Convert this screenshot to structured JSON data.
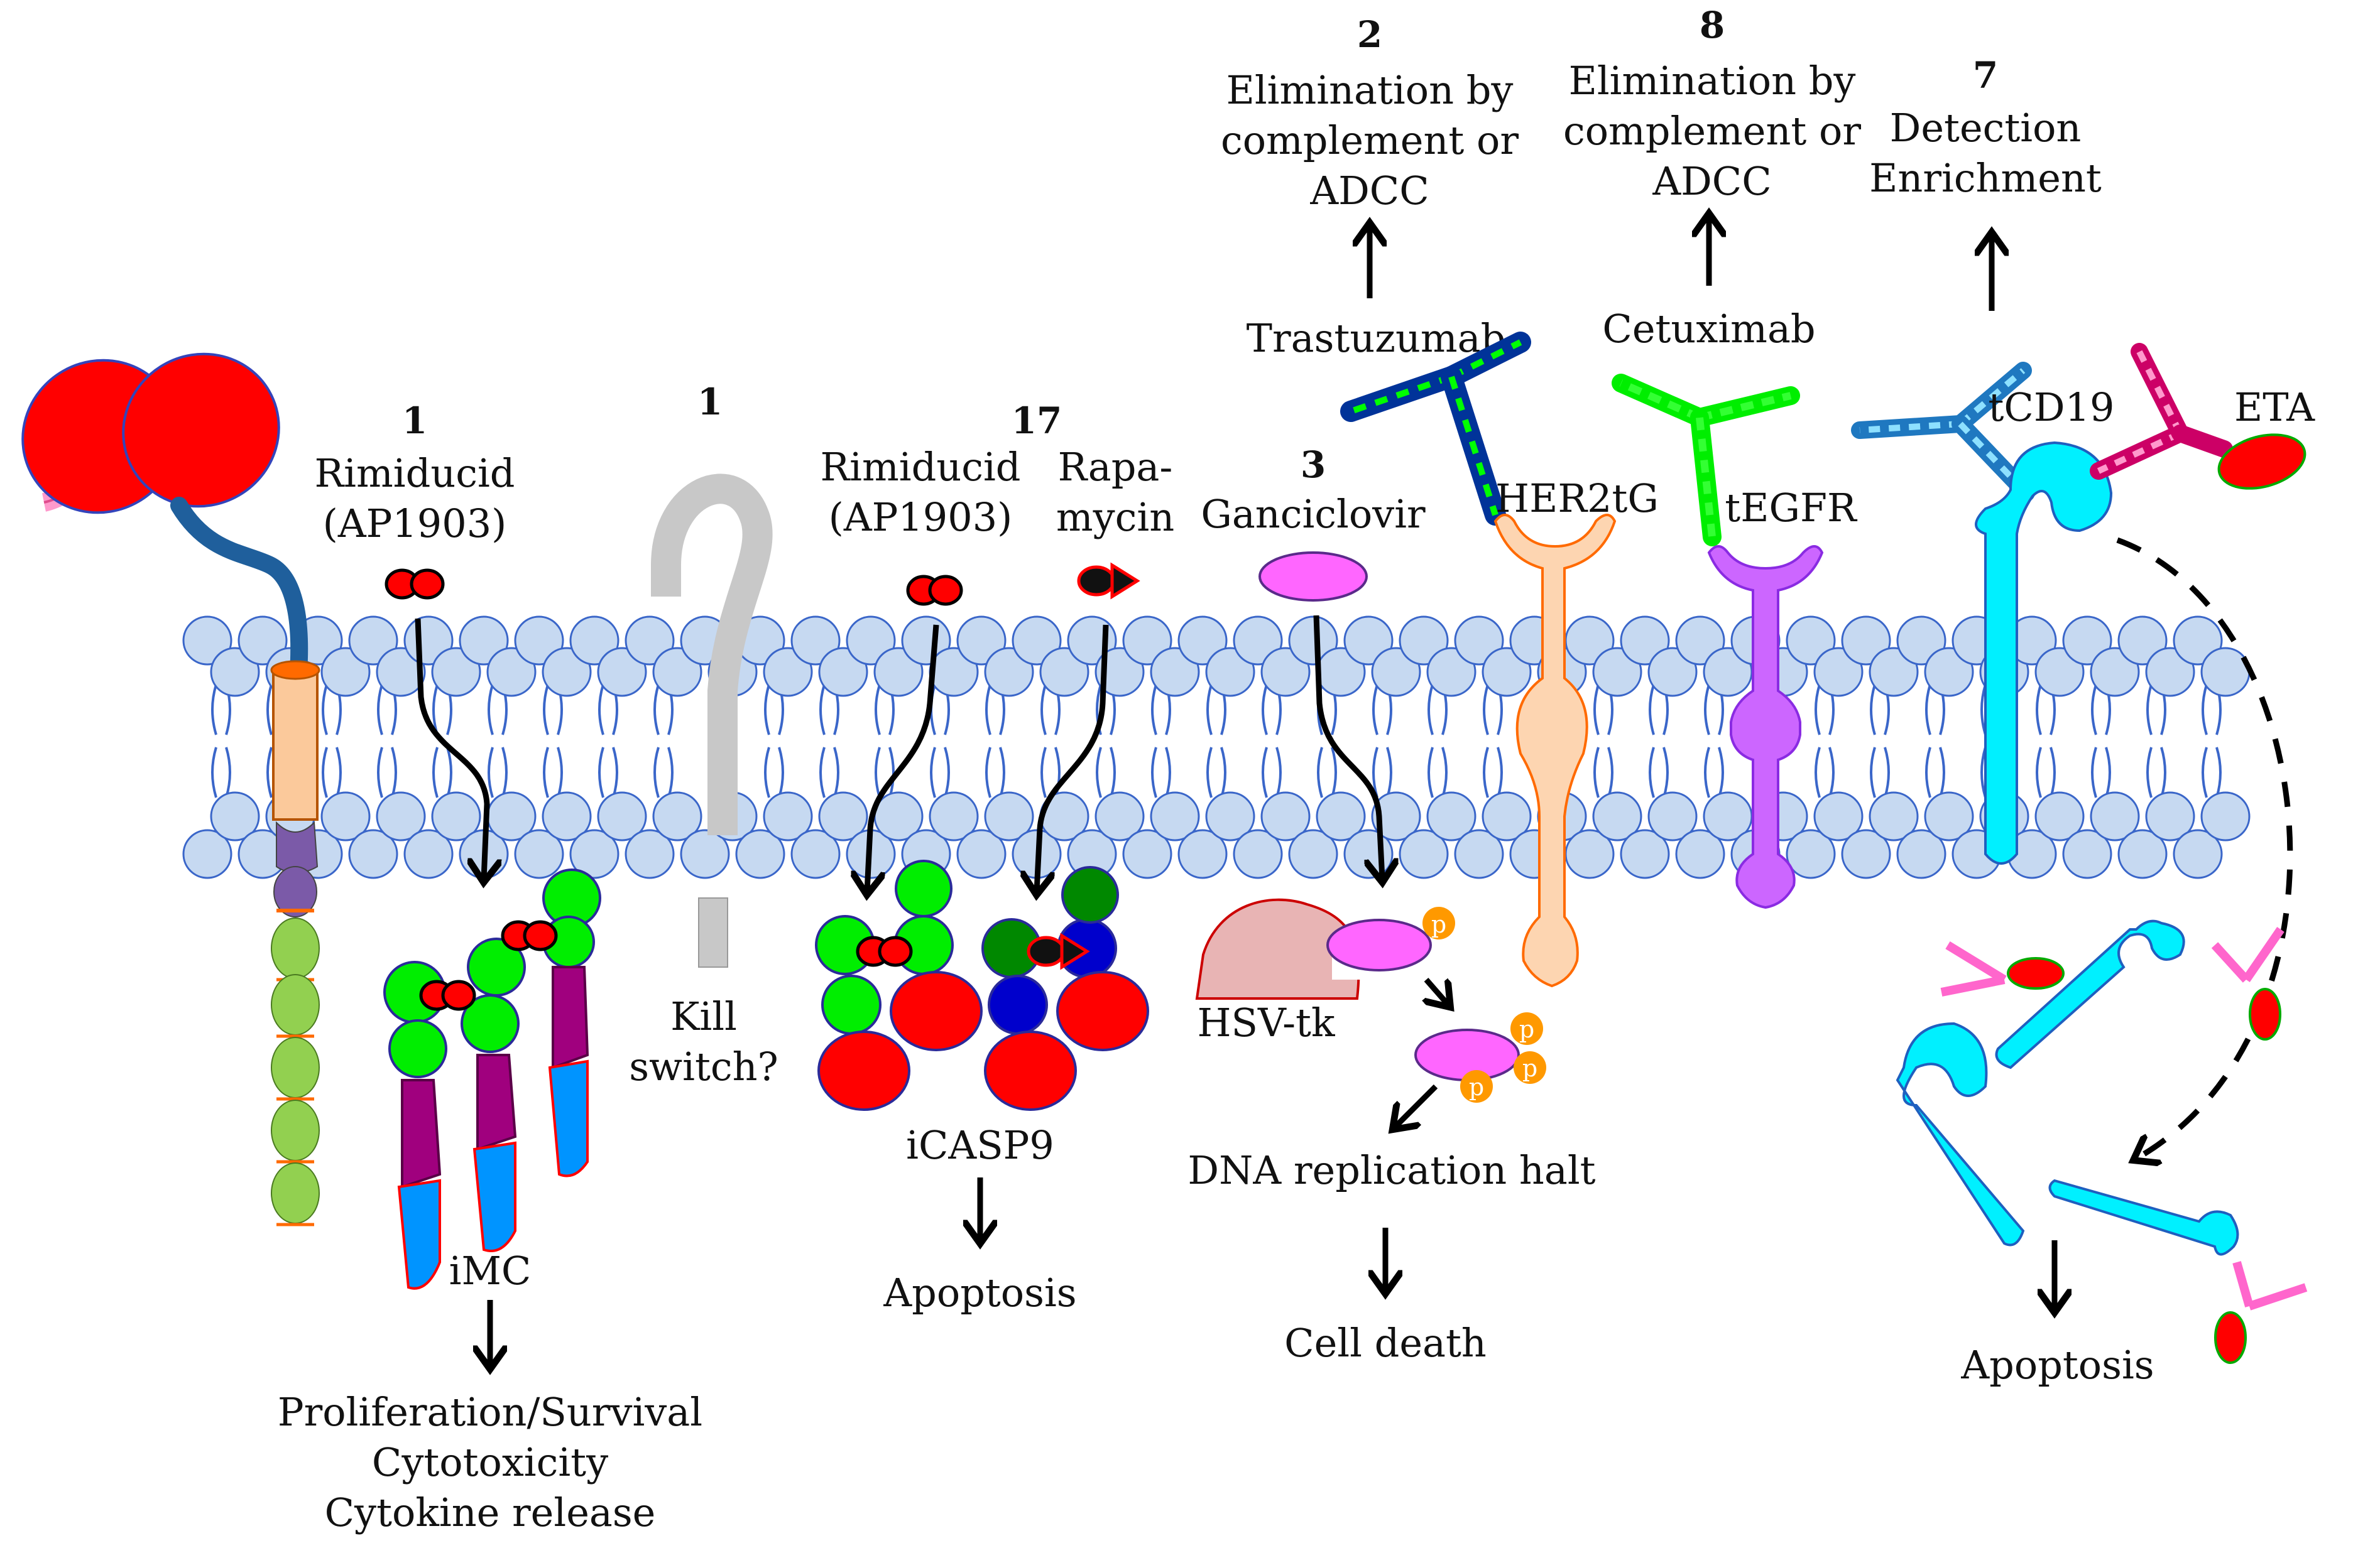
{
  "colors": {
    "membrane_fill": "#c6d9f1",
    "membrane_stroke": "#3a66c9",
    "red": "#ff0000",
    "green": "#00ee00",
    "purple": "#a0007e",
    "blue": "#0094ff",
    "cyan": "#00f0ff",
    "peach": "#fdd5b1",
    "violet": "#cc66ff",
    "magenta": "#ff66ff",
    "hsv_tk": "#e8b4b4",
    "phosphate": "#ff9900"
  },
  "imc": {
    "ref": "1",
    "drug": "Rimiducid",
    "drug2": "(AP1903)",
    "name": "iMC",
    "outcome1": "Proliferation/Survival",
    "outcome2": "Cytotoxicity",
    "outcome3": "Cytokine release"
  },
  "kill_switch": {
    "ref": "1",
    "line1": "Kill",
    "line2": "switch?"
  },
  "icasp9": {
    "ref": "17",
    "drug": "Rimiducid",
    "drug2": "(AP1903)",
    "drug_b1": "Rapa-",
    "drug_b2": "mycin",
    "name": "iCASP9",
    "outcome": "Apoptosis"
  },
  "hsvtk": {
    "ref": "3",
    "drug": "Ganciclovir",
    "name": "HSV-tk",
    "p": "p",
    "step1": "DNA replication halt",
    "step2": "Cell death"
  },
  "her2": {
    "ref": "2",
    "line1": "Elimination by",
    "line2": "complement or",
    "line3": "ADCC",
    "antibody": "Trastuzumab",
    "receptor": "HER2tG"
  },
  "egfr": {
    "ref": "8",
    "line1": "Elimination by",
    "line2": "complement or",
    "line3": "ADCC",
    "antibody": "Cetuximab",
    "receptor": "tEGFR"
  },
  "cd19": {
    "ref": "7",
    "line1": "Detection",
    "line2": "Enrichment",
    "receptor": "tCD19",
    "toxin": "ETA",
    "outcome": "Apoptosis"
  }
}
